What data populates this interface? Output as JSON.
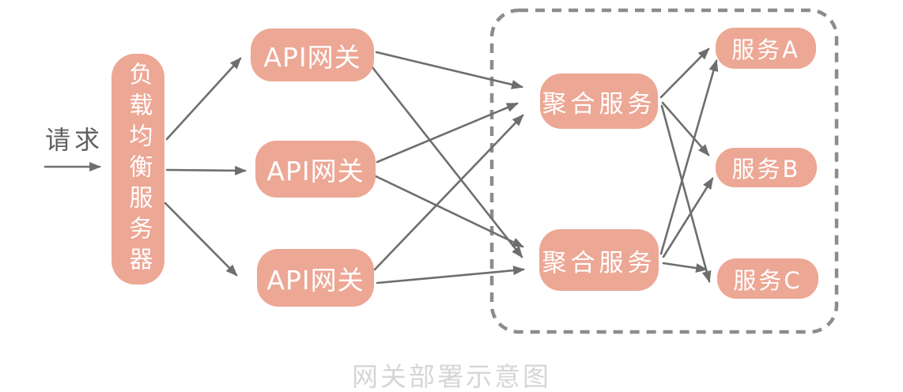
{
  "diagram": {
    "caption": "网关部署示意图",
    "request_label": "请求",
    "nodes": {
      "load_balancer": {
        "label": "负载均衡服务器"
      },
      "gateway_1": {
        "label": "API网关"
      },
      "gateway_2": {
        "label": "API网关"
      },
      "gateway_3": {
        "label": "API网关"
      },
      "aggregator_1": {
        "label": "聚合服务"
      },
      "aggregator_2": {
        "label": "聚合服务"
      },
      "service_a": {
        "label": "服务A"
      },
      "service_b": {
        "label": "服务B"
      },
      "service_c": {
        "label": "服务C"
      }
    },
    "colors": {
      "node_fill": "#eda795",
      "node_text": "#ffffff",
      "arrow": "#6e6e6e",
      "dashed_border": "#8c8c8c",
      "request_text": "#5f5f5f",
      "caption_text": "#d6d6d6"
    },
    "edges": [
      {
        "from": "request",
        "to": "load_balancer"
      },
      {
        "from": "load_balancer",
        "to": "gateway_1"
      },
      {
        "from": "load_balancer",
        "to": "gateway_2"
      },
      {
        "from": "load_balancer",
        "to": "gateway_3"
      },
      {
        "from": "gateway_1",
        "to": "aggregator_1"
      },
      {
        "from": "gateway_1",
        "to": "aggregator_2"
      },
      {
        "from": "gateway_2",
        "to": "aggregator_1"
      },
      {
        "from": "gateway_2",
        "to": "aggregator_2"
      },
      {
        "from": "gateway_3",
        "to": "aggregator_1"
      },
      {
        "from": "gateway_3",
        "to": "aggregator_2"
      },
      {
        "from": "aggregator_1",
        "to": "service_a"
      },
      {
        "from": "aggregator_1",
        "to": "service_b"
      },
      {
        "from": "aggregator_1",
        "to": "service_c"
      },
      {
        "from": "aggregator_2",
        "to": "service_a"
      },
      {
        "from": "aggregator_2",
        "to": "service_b"
      },
      {
        "from": "aggregator_2",
        "to": "service_c"
      }
    ]
  }
}
